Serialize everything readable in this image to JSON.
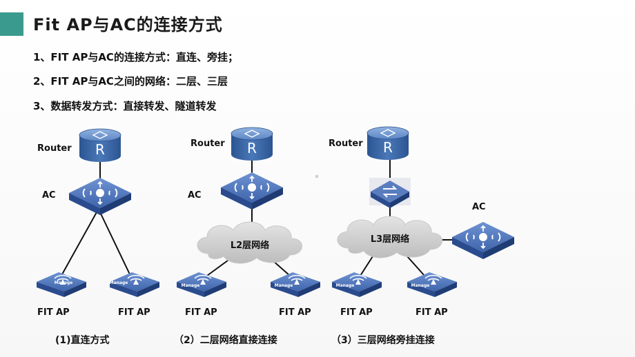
{
  "title": "Fit AP与AC的连接方式",
  "bullets": [
    "1、FIT AP与AC的连接方式：直连、旁挂；",
    "2、FIT AP与AC之间的网络：二层、三层",
    "3、数据转发方式：直接转发、隧道转发"
  ],
  "diagrams": [
    {
      "router_label": "Router",
      "ac_label": "AC",
      "ap_labels": [
        "FIT AP",
        "FIT AP"
      ],
      "ap_badge": "Manage",
      "router_glyph": "R",
      "caption": "(1)直连方式"
    },
    {
      "router_label": "Router",
      "ac_label": "AC",
      "cloud_label": "L2层网络",
      "ap_labels": [
        "FIT AP",
        "FIT AP"
      ],
      "ap_badge": "Manage",
      "router_glyph": "R",
      "caption": "（2）二层网络直接连接"
    },
    {
      "router_label": "Router",
      "ac_label": "AC",
      "cloud_label": "L3层网络",
      "ap_labels": [
        "FIT AP",
        "FIT AP"
      ],
      "ap_badge": "Manage",
      "router_glyph": "R",
      "caption": "（3）三层网络旁挂连接"
    }
  ],
  "colors": {
    "accent": "#3a9a8e",
    "device_top": "#5a7fc0",
    "device_side": "#2d4f94",
    "router_body": "#3d6aa8",
    "cloud": "#d0d0d0"
  }
}
